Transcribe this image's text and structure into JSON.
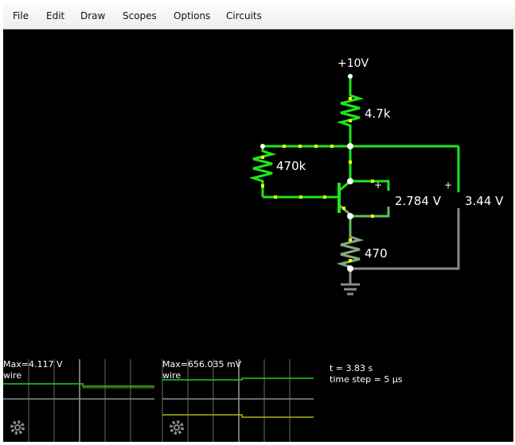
{
  "menu": {
    "file": "File",
    "edit": "Edit",
    "draw": "Draw",
    "scopes": "Scopes",
    "options": "Options",
    "circuits": "Circuits"
  },
  "circuit": {
    "supply_label": "+10V",
    "r_collector_label": "4.7k",
    "r_base_label": "470k",
    "r_emitter_label": "470",
    "meter1_label": "2.784 V",
    "meter2_label": "3.44 V",
    "meter1_plus": "+",
    "meter2_plus": "+"
  },
  "scopes": {
    "scope1": {
      "max_label": "Max=4.117 V",
      "name": "wire"
    },
    "scope2": {
      "max_label": "Max=656.035 mV",
      "name": "wire"
    },
    "info": {
      "time": "t = 3.83 s",
      "timestep": "time step = 5 µs"
    }
  },
  "colors": {
    "wire_bright": "#1ee61e",
    "wire_mid": "#5fbf5f",
    "wire_gray": "#8a8a8a",
    "current_dot": "#ffff00",
    "trace_green": "#22cc22",
    "trace_yellow": "#b5b500",
    "grid": "#6a6a6a"
  }
}
